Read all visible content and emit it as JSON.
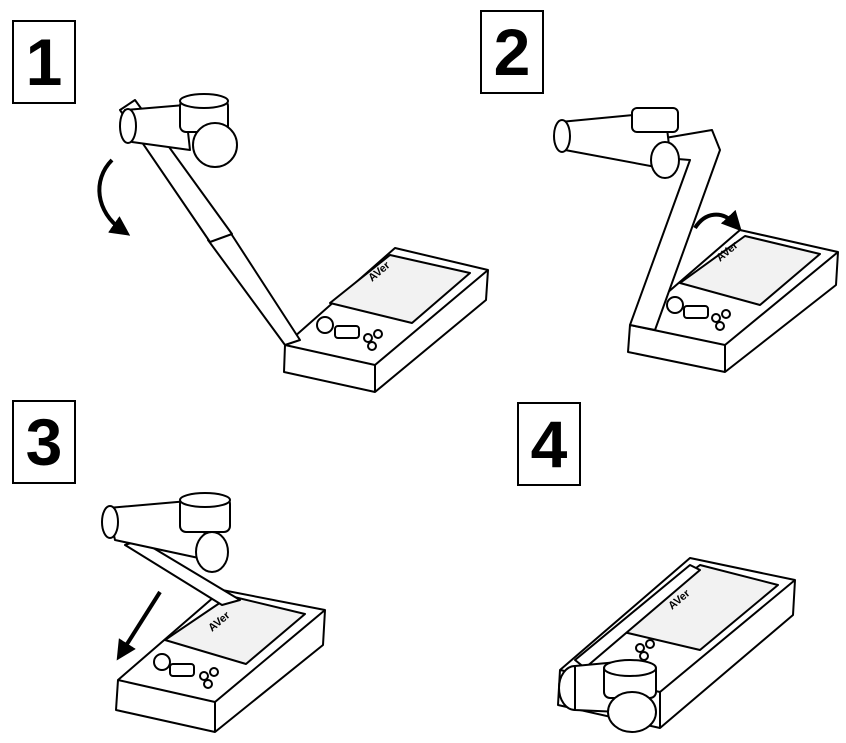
{
  "steps": [
    {
      "number": "1",
      "action": "fold-arm-down",
      "icon": "curved-arrow-down-icon"
    },
    {
      "number": "2",
      "action": "rotate-arm-over-base",
      "icon": "curved-arrow-right-icon"
    },
    {
      "number": "3",
      "action": "push-camera-head-down",
      "icon": "straight-arrow-down-left-icon"
    },
    {
      "number": "4",
      "action": "folded-stowed",
      "icon": ""
    }
  ],
  "device": {
    "brand_text": "AVer"
  },
  "colors": {
    "line": "#000000",
    "fill": "#ffffff",
    "screen": "#f2f2f2"
  }
}
